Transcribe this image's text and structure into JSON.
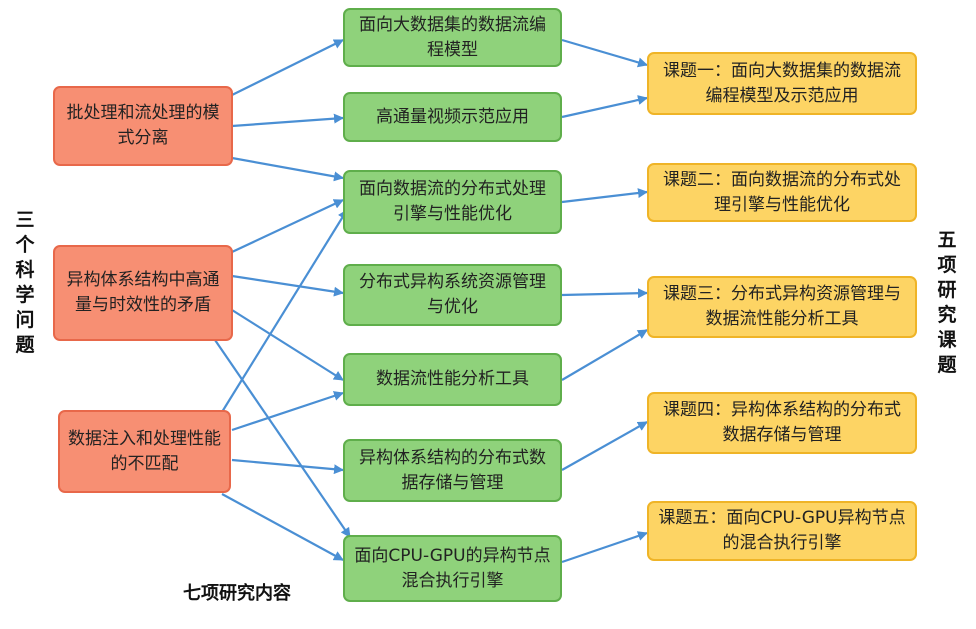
{
  "side_labels": {
    "left": "三个科学问题",
    "right": "五项研究课题",
    "bottom": "七项研究内容"
  },
  "questions": [
    "批处理和流处理的模式分离",
    "异构体系结构中高通量与时效性的矛盾",
    "数据注入和处理性能的不匹配"
  ],
  "contents": [
    "面向大数据集的数据流编程模型",
    "高通量视频示范应用",
    "面向数据流的分布式处理引擎与性能优化",
    "分布式异构系统资源管理与优化",
    "数据流性能分析工具",
    "异构体系结构的分布式数据存储与管理",
    "面向CPU-GPU的异构节点混合执行引擎"
  ],
  "topics": [
    "课题一：面向大数据集的数据流编程模型及示范应用",
    "课题二：面向数据流的分布式处理引擎与性能优化",
    "课题三：分布式异构资源管理与数据流性能分析工具",
    "课题四：异构体系结构的分布式数据存储与管理",
    "课题五：面向CPU-GPU异构节点的混合执行引擎"
  ],
  "colors": {
    "question_fill": "#f78f73",
    "content_fill": "#8fd27b",
    "topic_fill": "#fdd464",
    "arrow": "#4a8fd4"
  }
}
